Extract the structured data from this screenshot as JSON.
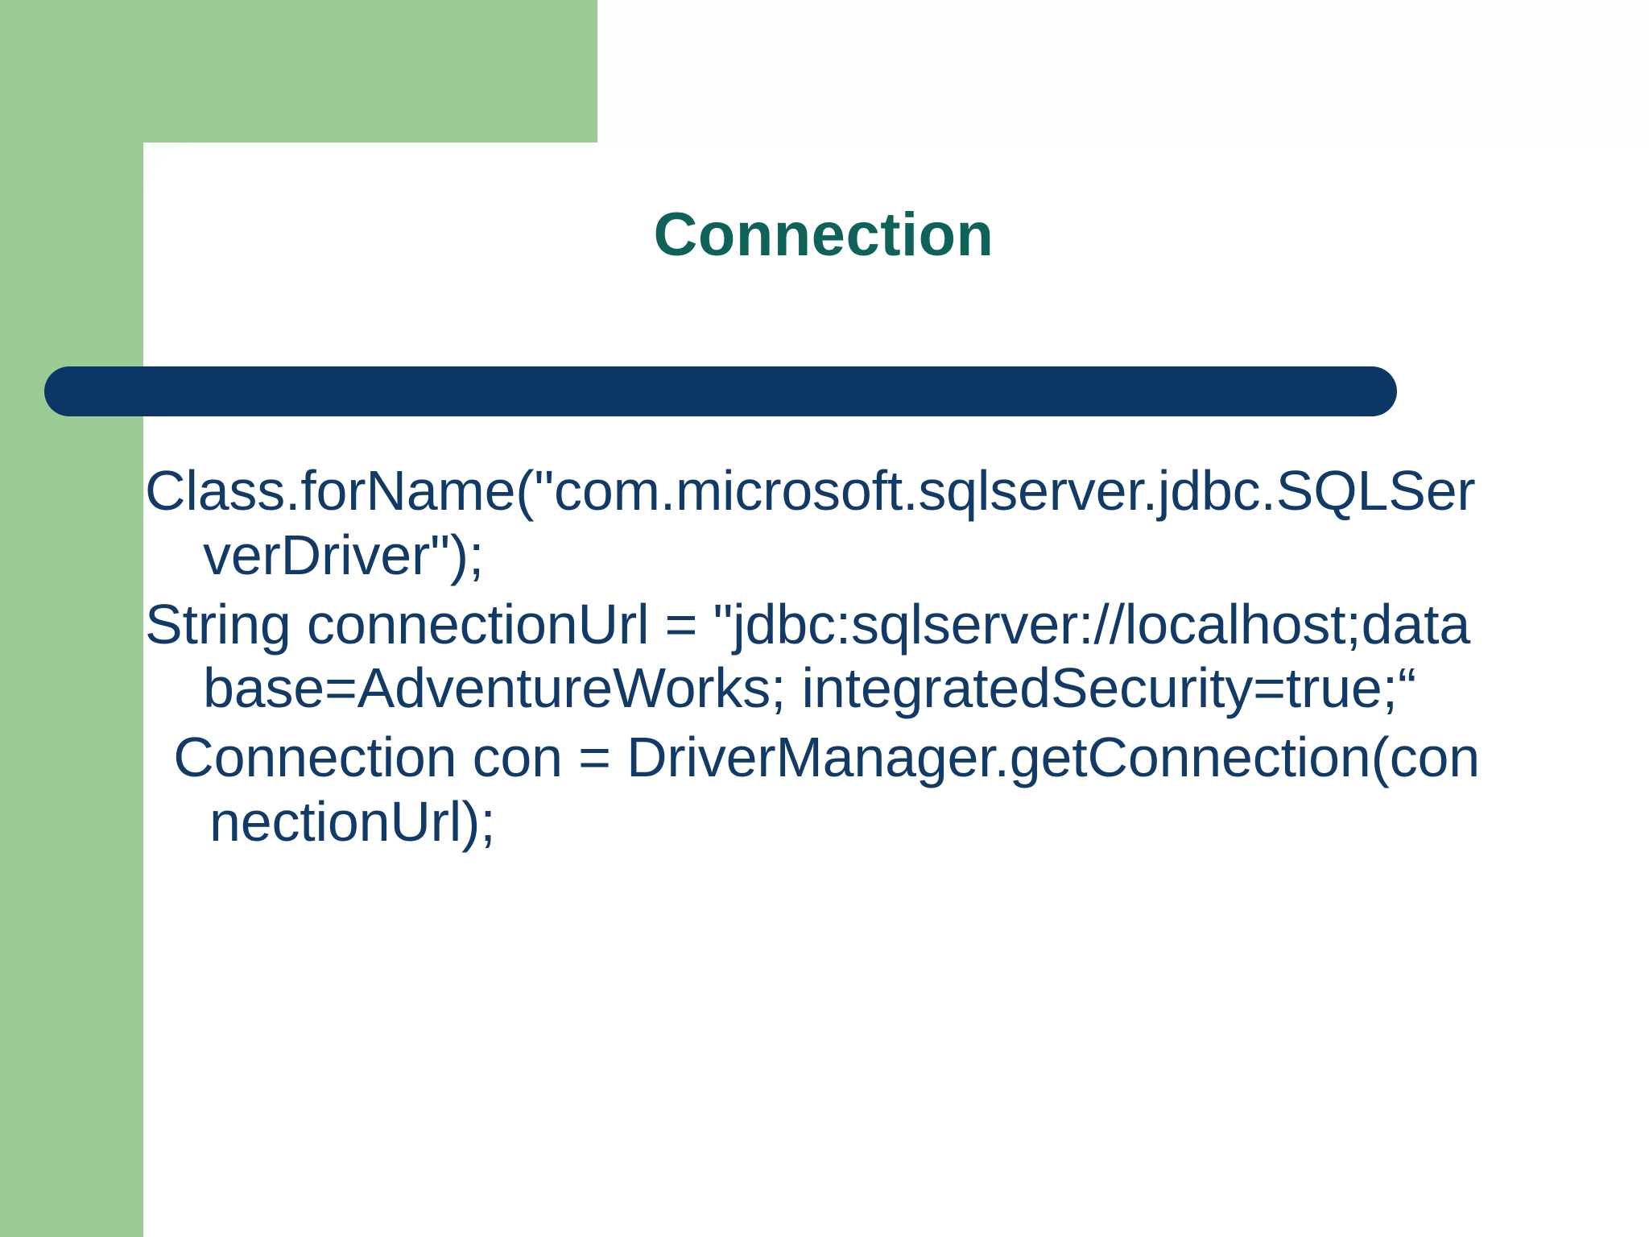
{
  "slide": {
    "title": "Connection",
    "colors": {
      "background": "#fbfefb",
      "panel_green": "#9bcc96",
      "card_white": "#ffffff",
      "title_teal": "#0f6258",
      "divider_navy": "#0b3665",
      "body_navy": "#113a66"
    },
    "body_lines": [
      "Class.forName(\"com.microsoft.sqlserver.jdbc.SQLServerDriver\");",
      "String connectionUrl = \"jdbc:sqlserver://localhost;database=AdventureWorks; integratedSecurity=true;“",
      " Connection con = DriverManager.getConnection(connectionUrl);"
    ]
  }
}
